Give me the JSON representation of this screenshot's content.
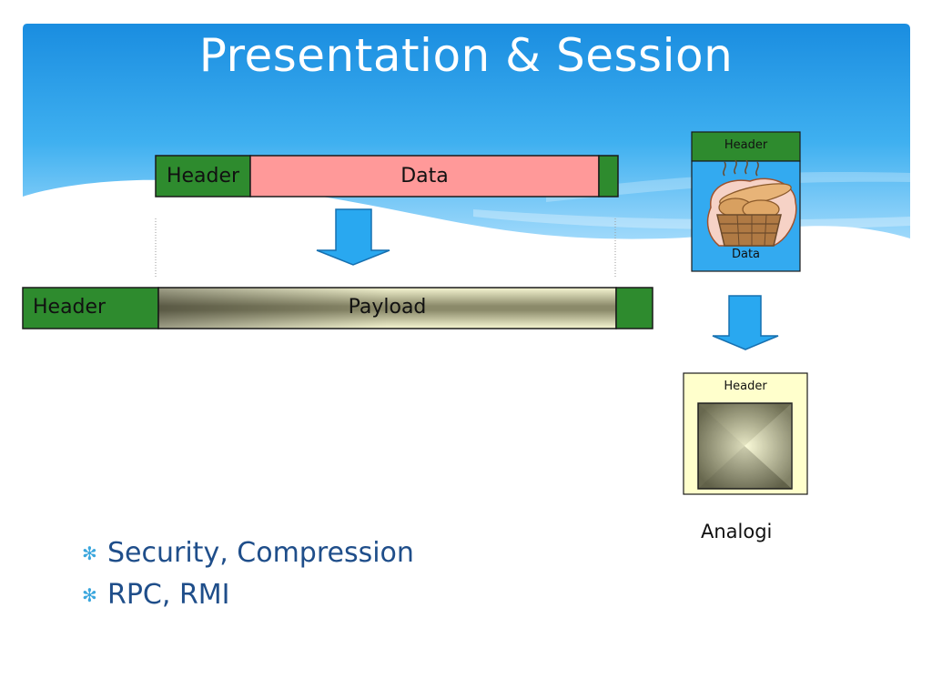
{
  "slide": {
    "title": "Presentation & Session"
  },
  "diagram": {
    "top_bar": {
      "header": "Header",
      "data": "Data"
    },
    "bottom_bar": {
      "header": "Header",
      "payload": "Payload"
    },
    "analogy_top": {
      "header": "Header",
      "data": "Data"
    },
    "analogy_bottom": {
      "header": "Header"
    },
    "analogy_caption": "Analogi"
  },
  "bullets": [
    "Security, Compression",
    "RPC, RMI"
  ],
  "colors": {
    "header_green": "#2e8b2e",
    "data_pink": "#ff9999",
    "arrow_blue": "#29a8f0",
    "analogy_blue": "#33aaf0",
    "analogy_cream": "#ffffcc",
    "title_text": "#ffffff",
    "bullet_text": "#1f4e8a"
  }
}
